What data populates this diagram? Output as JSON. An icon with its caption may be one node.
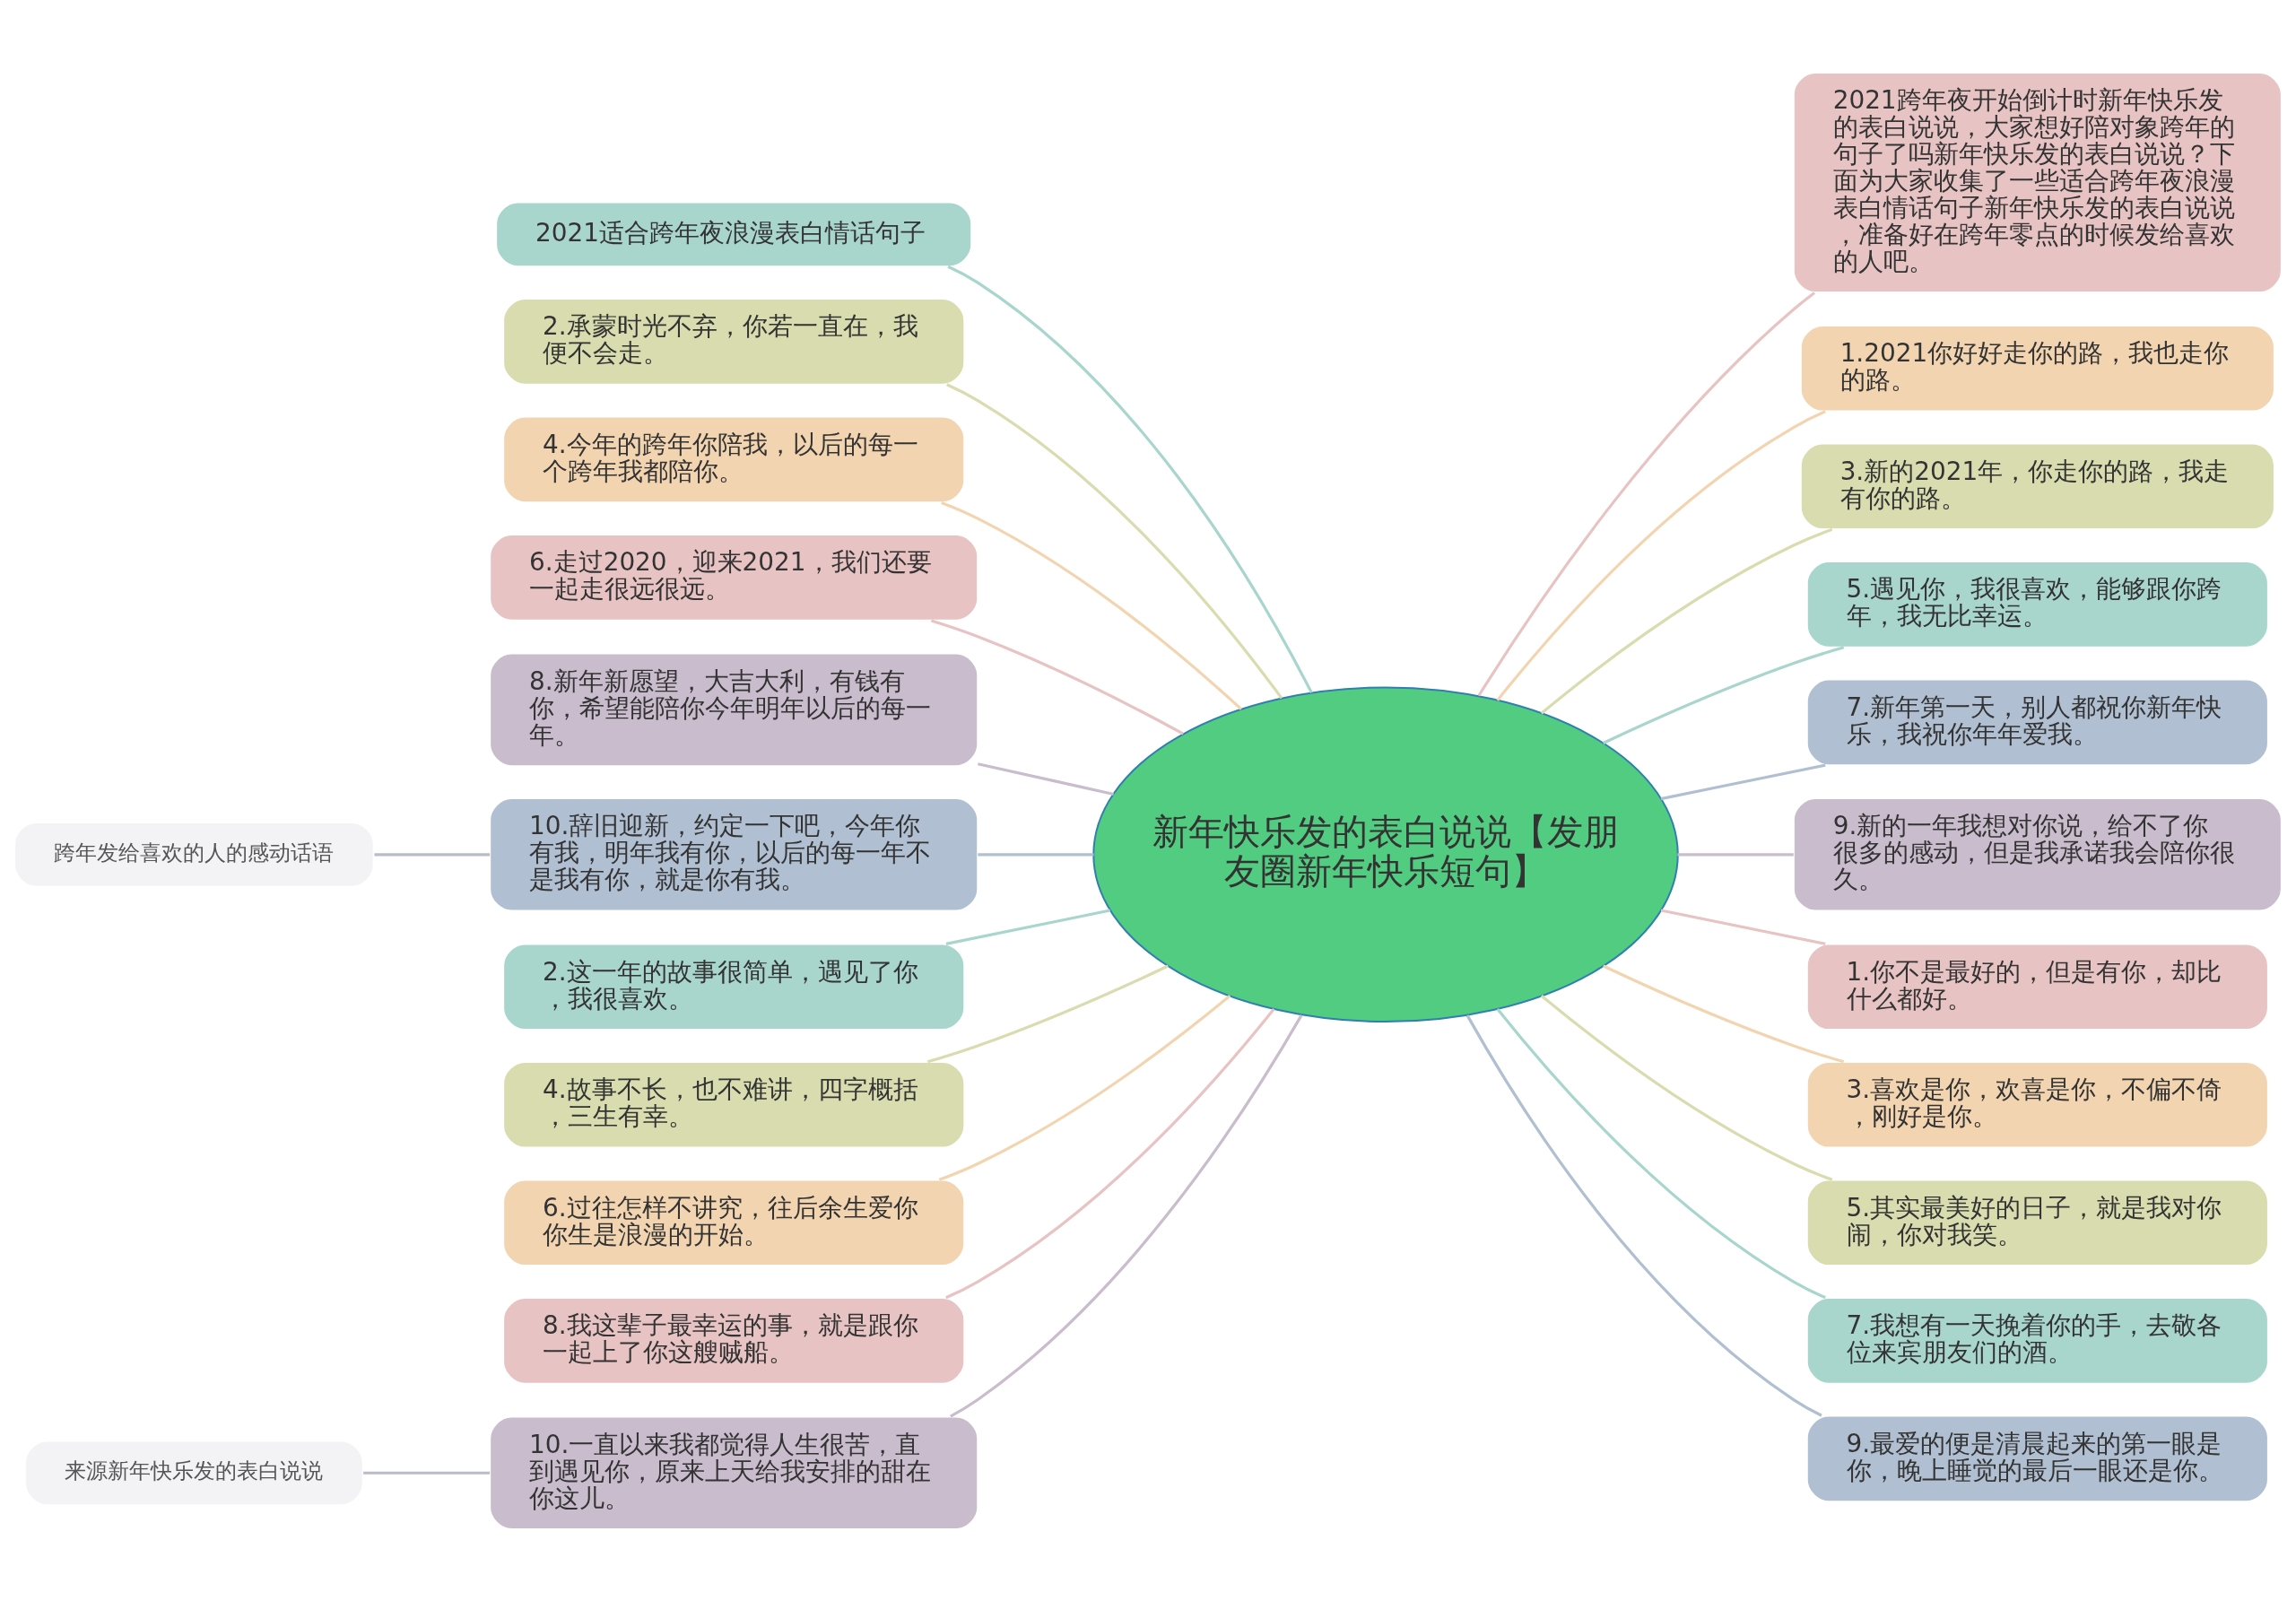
{
  "diagram": {
    "nodes": [
      {
        "text": [
          "新年快乐发的表白说说【发朋友圈新年快乐短句】"
        ]
      },
      {
        "text": [
          "2021适合跨年夜浪漫表白情话句子"
        ]
      },
      {
        "text": [
          "2.承蒙时光不弃，你若一直在，我便不会走。"
        ]
      },
      {
        "text": [
          "4.今年的跨年你陪我，以后的每一个跨年我都陪你。"
        ]
      },
      {
        "text": [
          "6.走过2020，迎来2021，我们还要一起走很远很远。"
        ]
      },
      {
        "text": [
          "8.新年新愿望，大吉大利，有钱有你，希望能陪你今年明年以后的每一年。"
        ]
      },
      {
        "text": [
          "10.辞旧迎新，约定一下吧，今年你有我，明年我有你，以后的每一年不是我有你，就是你有我。"
        ]
      },
      {
        "text": [
          "2.这一年的故事很简单，遇见了你，我很喜欢。"
        ]
      },
      {
        "text": [
          "4.故事不长，也不难讲，四字概括，三生有幸。"
        ]
      },
      {
        "text": [
          "6.过往怎样不讲究，往后余生爱你你生是浪漫的开始。"
        ]
      },
      {
        "text": [
          "8.我这辈子最幸运的事，就是跟你一起上了你这艘贼船。"
        ]
      },
      {
        "text": [
          "10.一直以来我都觉得人生很苦，直到遇见你，原来上天给我安排的甜在你这儿。"
        ]
      },
      {
        "text": [
          "跨年发给喜欢的人的感动话语"
        ]
      },
      {
        "text": [
          "来源新年快乐发的表白说说"
        ]
      },
      {
        "text": [
          "2021跨年夜开始倒计时新年快乐发的表白说说，大家想好陪对象跨年的句子了吗新年快乐发的表白说说？下面为大家收集了一些适合跨年夜浪漫表白情话句子新年快乐发的表白说说，准备好在跨年零点的时候发给喜欢的人吧。"
        ]
      },
      {
        "text": [
          "1.2021你好好走你的路，我也走你的路。"
        ]
      },
      {
        "text": [
          "3.新的2021年，你走你的路，我走有你的路。"
        ]
      },
      {
        "text": [
          "5.遇见你，我很喜欢，能够跟你跨年，我无比幸运。"
        ]
      },
      {
        "text": [
          "7.新年第一天，别人都祝你新年快乐，我祝你年年爱我。"
        ]
      },
      {
        "text": [
          "9.新的一年我想对你说，给不了你很多的感动，但是我承诺我会陪你很久。"
        ]
      },
      {
        "text": [
          "1.你不是最好的，但是有你，却比什么都好。"
        ]
      },
      {
        "text": [
          "3.喜欢是你，欢喜是你，不偏不倚，刚好是你。"
        ]
      },
      {
        "text": [
          "5.其实最美好的日子，就是我对你闹，你对我笑。"
        ]
      },
      {
        "text": [
          "7.我想有一天挽着你的手，去敬各位来宾朋友们的酒。"
        ]
      },
      {
        "text": [
          "9.最爱的便是清晨起来的第一眼是你，晚上睡觉的最后一眼还是你。"
        ]
      }
    ],
    "edges": [
      {
        "from": 0,
        "to": 1,
        "arrow": "none"
      },
      {
        "from": 0,
        "to": 2,
        "arrow": "none"
      },
      {
        "from": 0,
        "to": 3,
        "arrow": "none"
      },
      {
        "from": 0,
        "to": 4,
        "arrow": "none"
      },
      {
        "from": 0,
        "to": 5,
        "arrow": "none"
      },
      {
        "from": 0,
        "to": 6,
        "arrow": "none"
      },
      {
        "from": 0,
        "to": 7,
        "arrow": "none"
      },
      {
        "from": 0,
        "to": 8,
        "arrow": "none"
      },
      {
        "from": 0,
        "to": 9,
        "arrow": "none"
      },
      {
        "from": 0,
        "to": 10,
        "arrow": "none"
      },
      {
        "from": 0,
        "to": 11,
        "arrow": "none"
      },
      {
        "from": 6,
        "to": 12,
        "arrow": "none"
      },
      {
        "from": 11,
        "to": 13,
        "arrow": "none"
      },
      {
        "from": 0,
        "to": 14,
        "arrow": "none"
      },
      {
        "from": 0,
        "to": 15,
        "arrow": "none"
      },
      {
        "from": 0,
        "to": 16,
        "arrow": "none"
      },
      {
        "from": 0,
        "to": 17,
        "arrow": "none"
      },
      {
        "from": 0,
        "to": 18,
        "arrow": "none"
      },
      {
        "from": 0,
        "to": 19,
        "arrow": "none"
      },
      {
        "from": 0,
        "to": 20,
        "arrow": "none"
      },
      {
        "from": 0,
        "to": 21,
        "arrow": "none"
      },
      {
        "from": 0,
        "to": 22,
        "arrow": "none"
      },
      {
        "from": 0,
        "to": 23,
        "arrow": "none"
      },
      {
        "from": 0,
        "to": 24,
        "arrow": "none"
      }
    ]
  }
}
